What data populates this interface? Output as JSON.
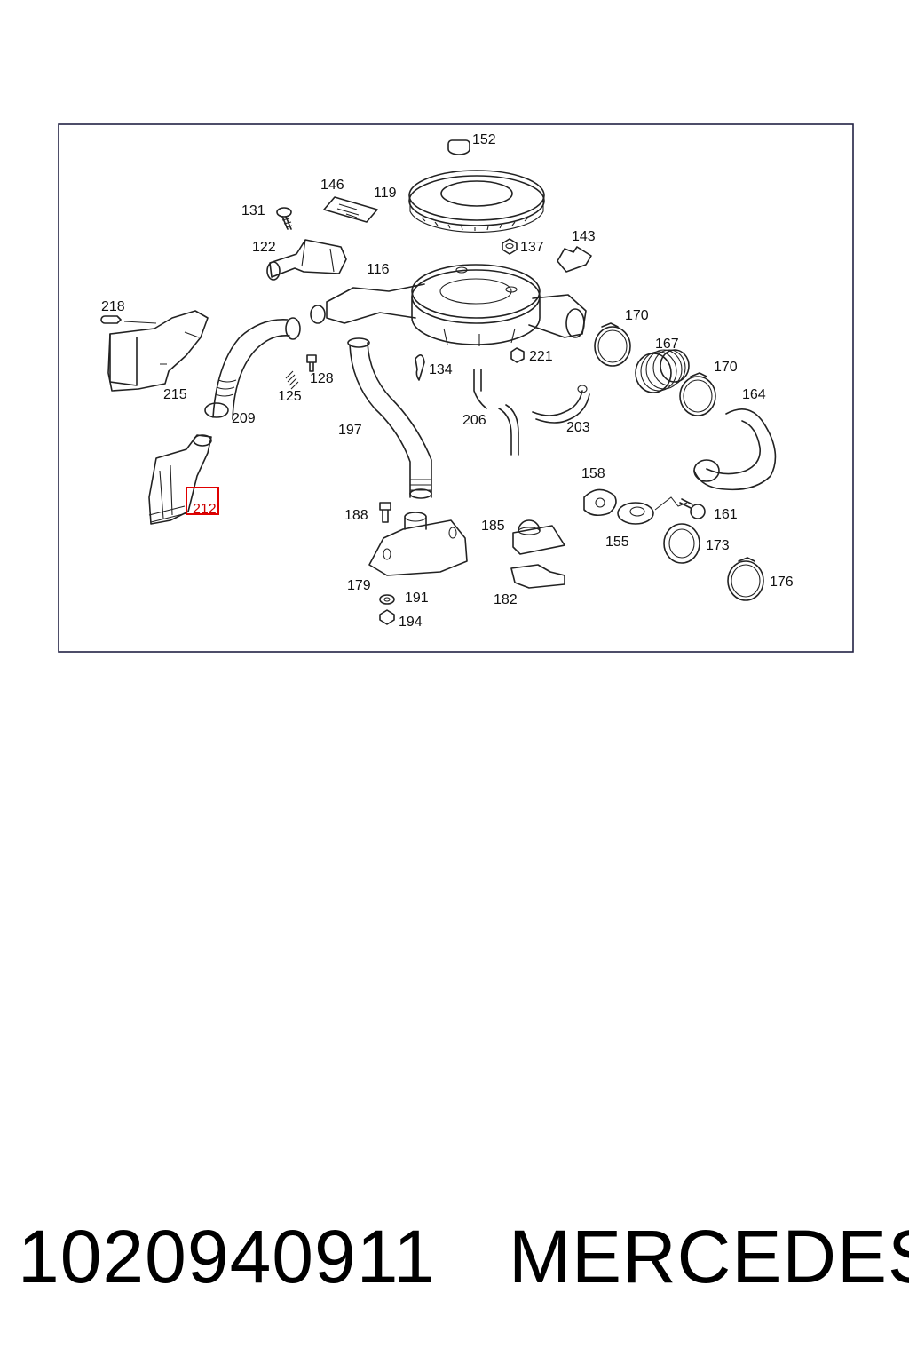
{
  "diagram": {
    "labels": [
      "152",
      "146",
      "119",
      "131",
      "122",
      "137",
      "143",
      "116",
      "218",
      "170",
      "167",
      "170",
      "134",
      "221",
      "128",
      "125",
      "164",
      "215",
      "209",
      "206",
      "203",
      "197",
      "158",
      "188",
      "185",
      "161",
      "212",
      "155",
      "173",
      "179",
      "191",
      "176",
      "182",
      "194"
    ],
    "highlighted_label": "212",
    "highlight_color": "#e00000",
    "frame_color": "#222244"
  },
  "footer": {
    "part_number": "1020940911",
    "brand": "MERCEDES"
  }
}
